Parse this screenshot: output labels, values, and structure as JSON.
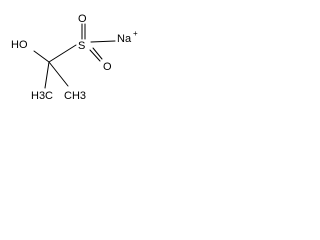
{
  "molecule": {
    "atoms": {
      "hydroxyl": "HO",
      "sulfur": "S",
      "oxygen_top": "O",
      "oxygen_right": "O",
      "sodium": "Na",
      "sodium_charge": "+",
      "methyl_left": "H3C",
      "methyl_right": "CH3"
    }
  }
}
